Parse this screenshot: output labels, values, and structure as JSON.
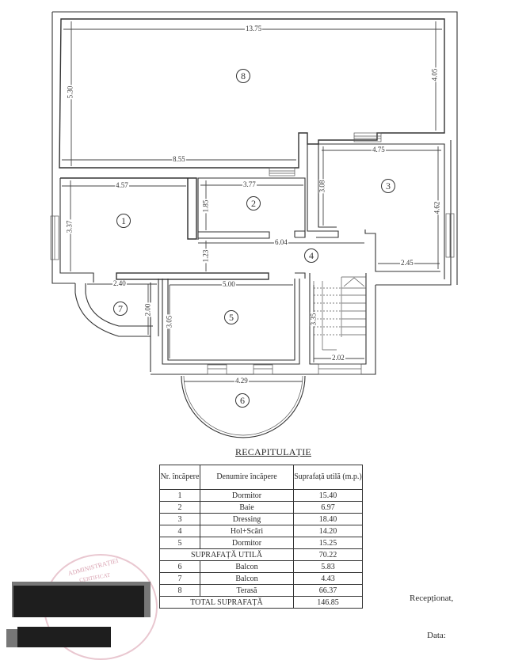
{
  "floor_plan": {
    "dimensions": {
      "terrace_width": "13.75",
      "terrace_height_left": "5.30",
      "terrace_height_right": "4.05",
      "terrace_bottom": "8.55",
      "room3_width": "4.75",
      "room3_left_height": "3.08",
      "room3_right_height": "4.62",
      "room3_bottom": "2.45",
      "room1_width": "4.57",
      "room1_height": "3.37",
      "room2_width": "3.77",
      "room2_height": "1.85",
      "hall_width": "6.04",
      "hall_height": "1.23",
      "room7_width": "2.40",
      "room7_height": "2.00",
      "room5_width": "5.00",
      "room5_height": "3.05",
      "stairs_height": "3.35",
      "stairs_width": "2.02",
      "balcony6_width": "4.29"
    },
    "room_numbers": [
      "1",
      "2",
      "3",
      "4",
      "5",
      "6",
      "7",
      "8"
    ]
  },
  "recap": {
    "title": "RECAPITULAȚIE",
    "headers": {
      "nr": "Nr. încăpere",
      "name": "Denumire încăpere",
      "area": "Suprafață utilă (m.p.)"
    },
    "rows": [
      {
        "nr": "1",
        "name": "Dormitor",
        "area": "15.40"
      },
      {
        "nr": "2",
        "name": "Baie",
        "area": "6.97"
      },
      {
        "nr": "3",
        "name": "Dressing",
        "area": "18.40"
      },
      {
        "nr": "4",
        "name": "Hol+Scări",
        "area": "14.20"
      },
      {
        "nr": "5",
        "name": "Dormitor",
        "area": "15.25"
      }
    ],
    "subtotal": {
      "label": "SUPRAFAȚĂ UTILĂ",
      "area": "70.22"
    },
    "rows2": [
      {
        "nr": "6",
        "name": "Balcon",
        "area": "5.83"
      },
      {
        "nr": "7",
        "name": "Balcon",
        "area": "4.43"
      },
      {
        "nr": "8",
        "name": "Terasă",
        "area": "66.37"
      }
    ],
    "total": {
      "label": "TOTAL SUPRAFAȚĂ",
      "area": "146.85"
    }
  },
  "signatures": {
    "received": "Recepționat,",
    "date": "Data:"
  },
  "stamp": {
    "text1": "ADMINISTRAȚIEI",
    "text2": "CERTIFICAT"
  }
}
